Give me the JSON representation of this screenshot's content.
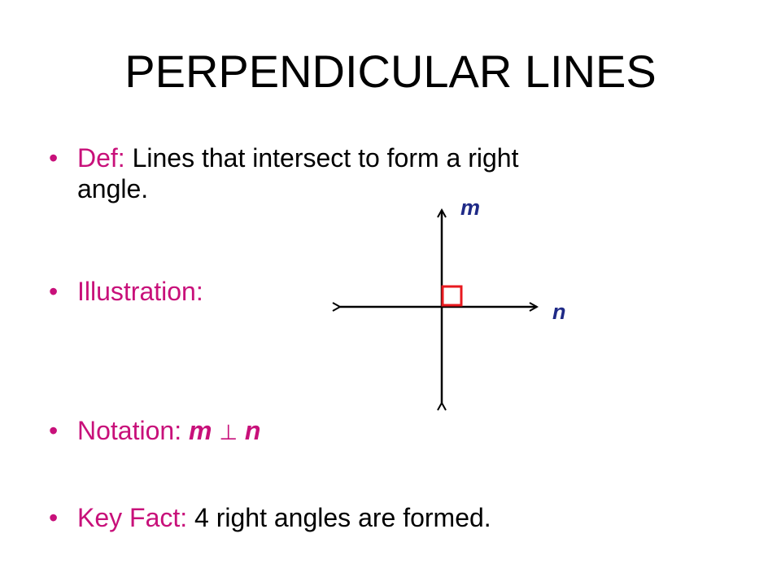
{
  "slide": {
    "title": "PERPENDICULAR LINES",
    "bullet_glyph": "•",
    "colors": {
      "accent": "#c8107a",
      "variable_color": "#1f2a87",
      "right_angle_marker": "#e8191f",
      "text": "#000000"
    },
    "bullets": [
      {
        "label": "Def:",
        "text_line1": " Lines that intersect to form a right",
        "text_line2": "angle."
      },
      {
        "label": "Illustration:"
      },
      {
        "label": "Notation:",
        "var1": "m",
        "symbol": "⊥",
        "var2": "n"
      },
      {
        "label": "Key Fact:",
        "text": " 4 right angles are formed."
      }
    ],
    "diagram": {
      "vertical_line_label": "m",
      "horizontal_line_label": "n",
      "right_angle_icon": "right-angle-square"
    }
  }
}
